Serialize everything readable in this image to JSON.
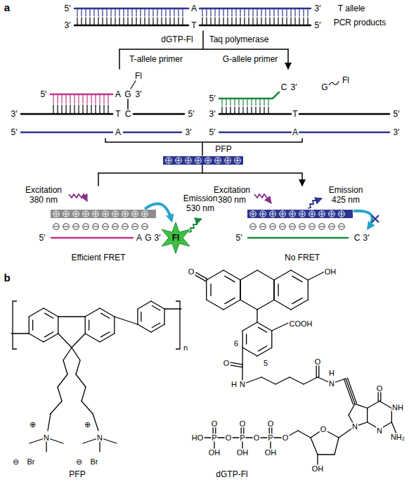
{
  "diagram": {
    "labels": [
      "a",
      "5′",
      "A",
      "3′",
      "3′",
      "T",
      "5′",
      "T allele",
      "PCR products",
      "dGTP-Fl",
      "Taq polymerase",
      "T-allele primer",
      "G-allele primer",
      "Fl",
      "5′",
      "A",
      "G",
      "3′",
      "3′",
      "T",
      "C",
      "5′",
      "5′",
      "A",
      "3′",
      "5′",
      "C",
      "3′",
      "G",
      "Fl",
      "3′",
      "T",
      "5′",
      "5′",
      "A",
      "3′",
      "PFP",
      "Excitation",
      "380 nm",
      "Emission",
      "530 nm",
      "5′",
      "A",
      "G",
      "3′",
      "Fl",
      "Efficient FRET",
      "Excitation",
      "380 nm",
      "Emission",
      "425 nm",
      "5′",
      "C",
      "3′",
      "No FRET",
      "b",
      "n",
      "⊕",
      "N",
      "⊖",
      "Br",
      "⊕",
      "N",
      "⊖",
      "Br",
      "PFP",
      "O",
      "OH",
      "COOH",
      "6",
      "5",
      "O",
      "H",
      "N",
      "O",
      "H",
      "N",
      "O",
      "NH",
      "N",
      "NH₂",
      "N",
      "O",
      "OH",
      "O",
      "P",
      "O",
      "OH",
      "O",
      "P",
      "O",
      "OH",
      "O",
      "P",
      "O",
      "OH",
      "HO",
      "dGTP-Fl"
    ]
  }
}
